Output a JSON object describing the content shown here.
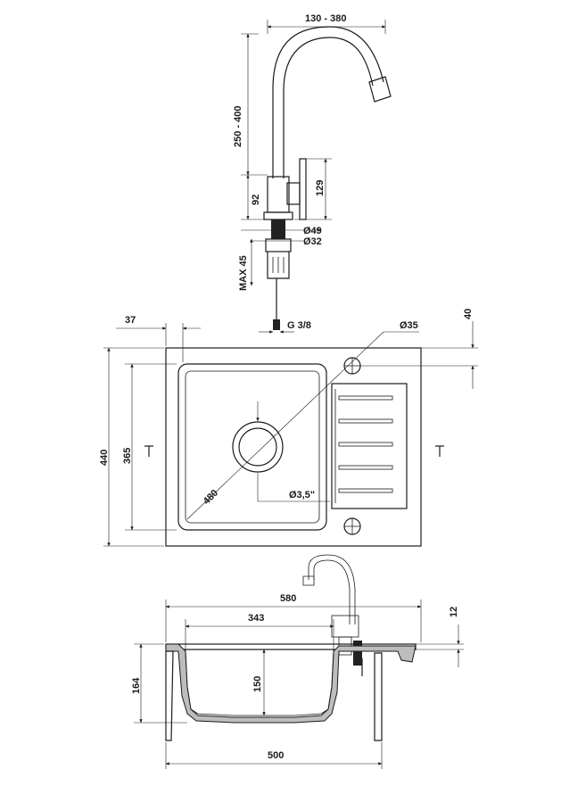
{
  "faucet": {
    "reach": "130 - 380",
    "height": "250 - 400",
    "base_height": "92",
    "lever_height": "129",
    "base_dia": "Ø49",
    "hole_dia": "Ø32",
    "max_thickness": "MAX 45",
    "connection": "G 3/8"
  },
  "top_view": {
    "edge_offset": "37",
    "tap_hole_offset": "40",
    "tap_hole_dia": "Ø35",
    "overall_depth": "440",
    "bowl_depth": "365",
    "diagonal": "480",
    "drain": "Ø3,5\""
  },
  "section": {
    "overall_width": "580",
    "bowl_width": "343",
    "rim": "12",
    "overall_depth": "164",
    "bowl_depth": "150",
    "cabinet_width": "500"
  }
}
